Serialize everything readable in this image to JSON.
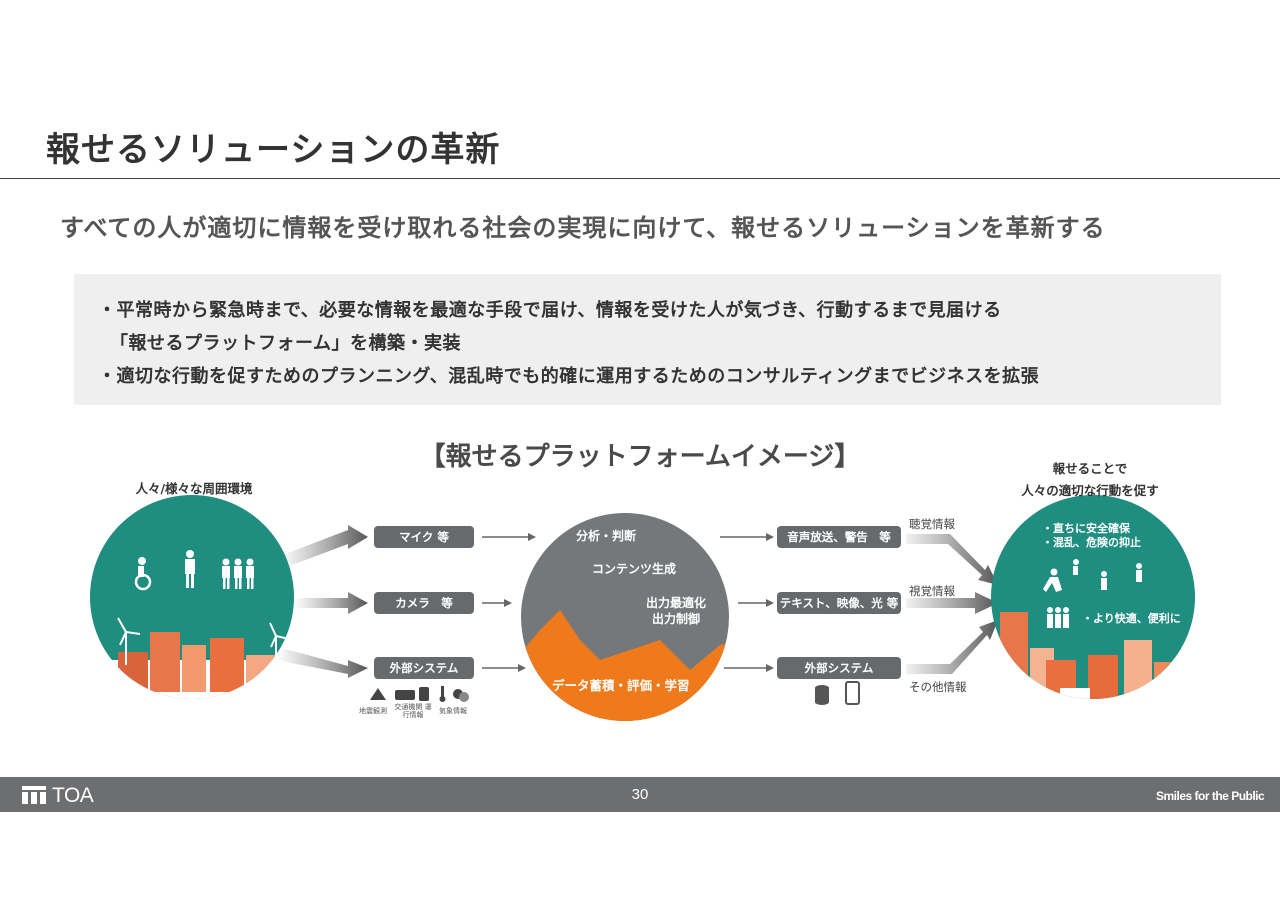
{
  "title": "報せるソリューションの革新",
  "subtitle": "すべての人が適切に情報を受け取れる社会の実現に向けて、報せるソリューションを革新する",
  "summary": {
    "line1": "・平常時から緊急時まで、必要な情報を最適な手段で届け、情報を受けた人が気づき、行動するまで見届ける",
    "line2": "「報せるプラットフォーム」を構築・実装",
    "line3": "・適切な行動を促すためのプランニング、混乱時でも的確に運用するためのコンサルティングまでビジネスを拡張"
  },
  "diagram": {
    "title": "【報せるプラットフォームイメージ】",
    "left_caption": "人々/様々な周囲環境",
    "inputs": [
      "マイク 等",
      "カメラ　等",
      "外部システム"
    ],
    "external_icons": [
      "地震観測",
      "交通機関 運行情報",
      "気象情報"
    ],
    "center": {
      "label1": "分析・判断",
      "label2": "コンテンツ生成",
      "label3a": "出力最適化",
      "label3b": "出力制御",
      "bottom": "データ蓄積・評価・学習"
    },
    "outputs": [
      "音声放送、警告　等",
      "テキスト、映像、光 等",
      "外部システム"
    ],
    "output_labels": [
      "聴覚情報",
      "視覚情報",
      "その他情報"
    ],
    "right_caption_1": "報せることで",
    "right_caption_2": "人々の適切な行動を促す",
    "right_items": [
      "・直ちに安全確保",
      "・混乱、危険の抑止",
      "・より快適、便利に"
    ],
    "colors": {
      "teal": "#1f8d80",
      "orange": "#ee7a1c",
      "gray": "#75787a"
    }
  },
  "footer": {
    "logo": "TOA",
    "page_number": "30",
    "tagline": "Smiles for the Public"
  }
}
